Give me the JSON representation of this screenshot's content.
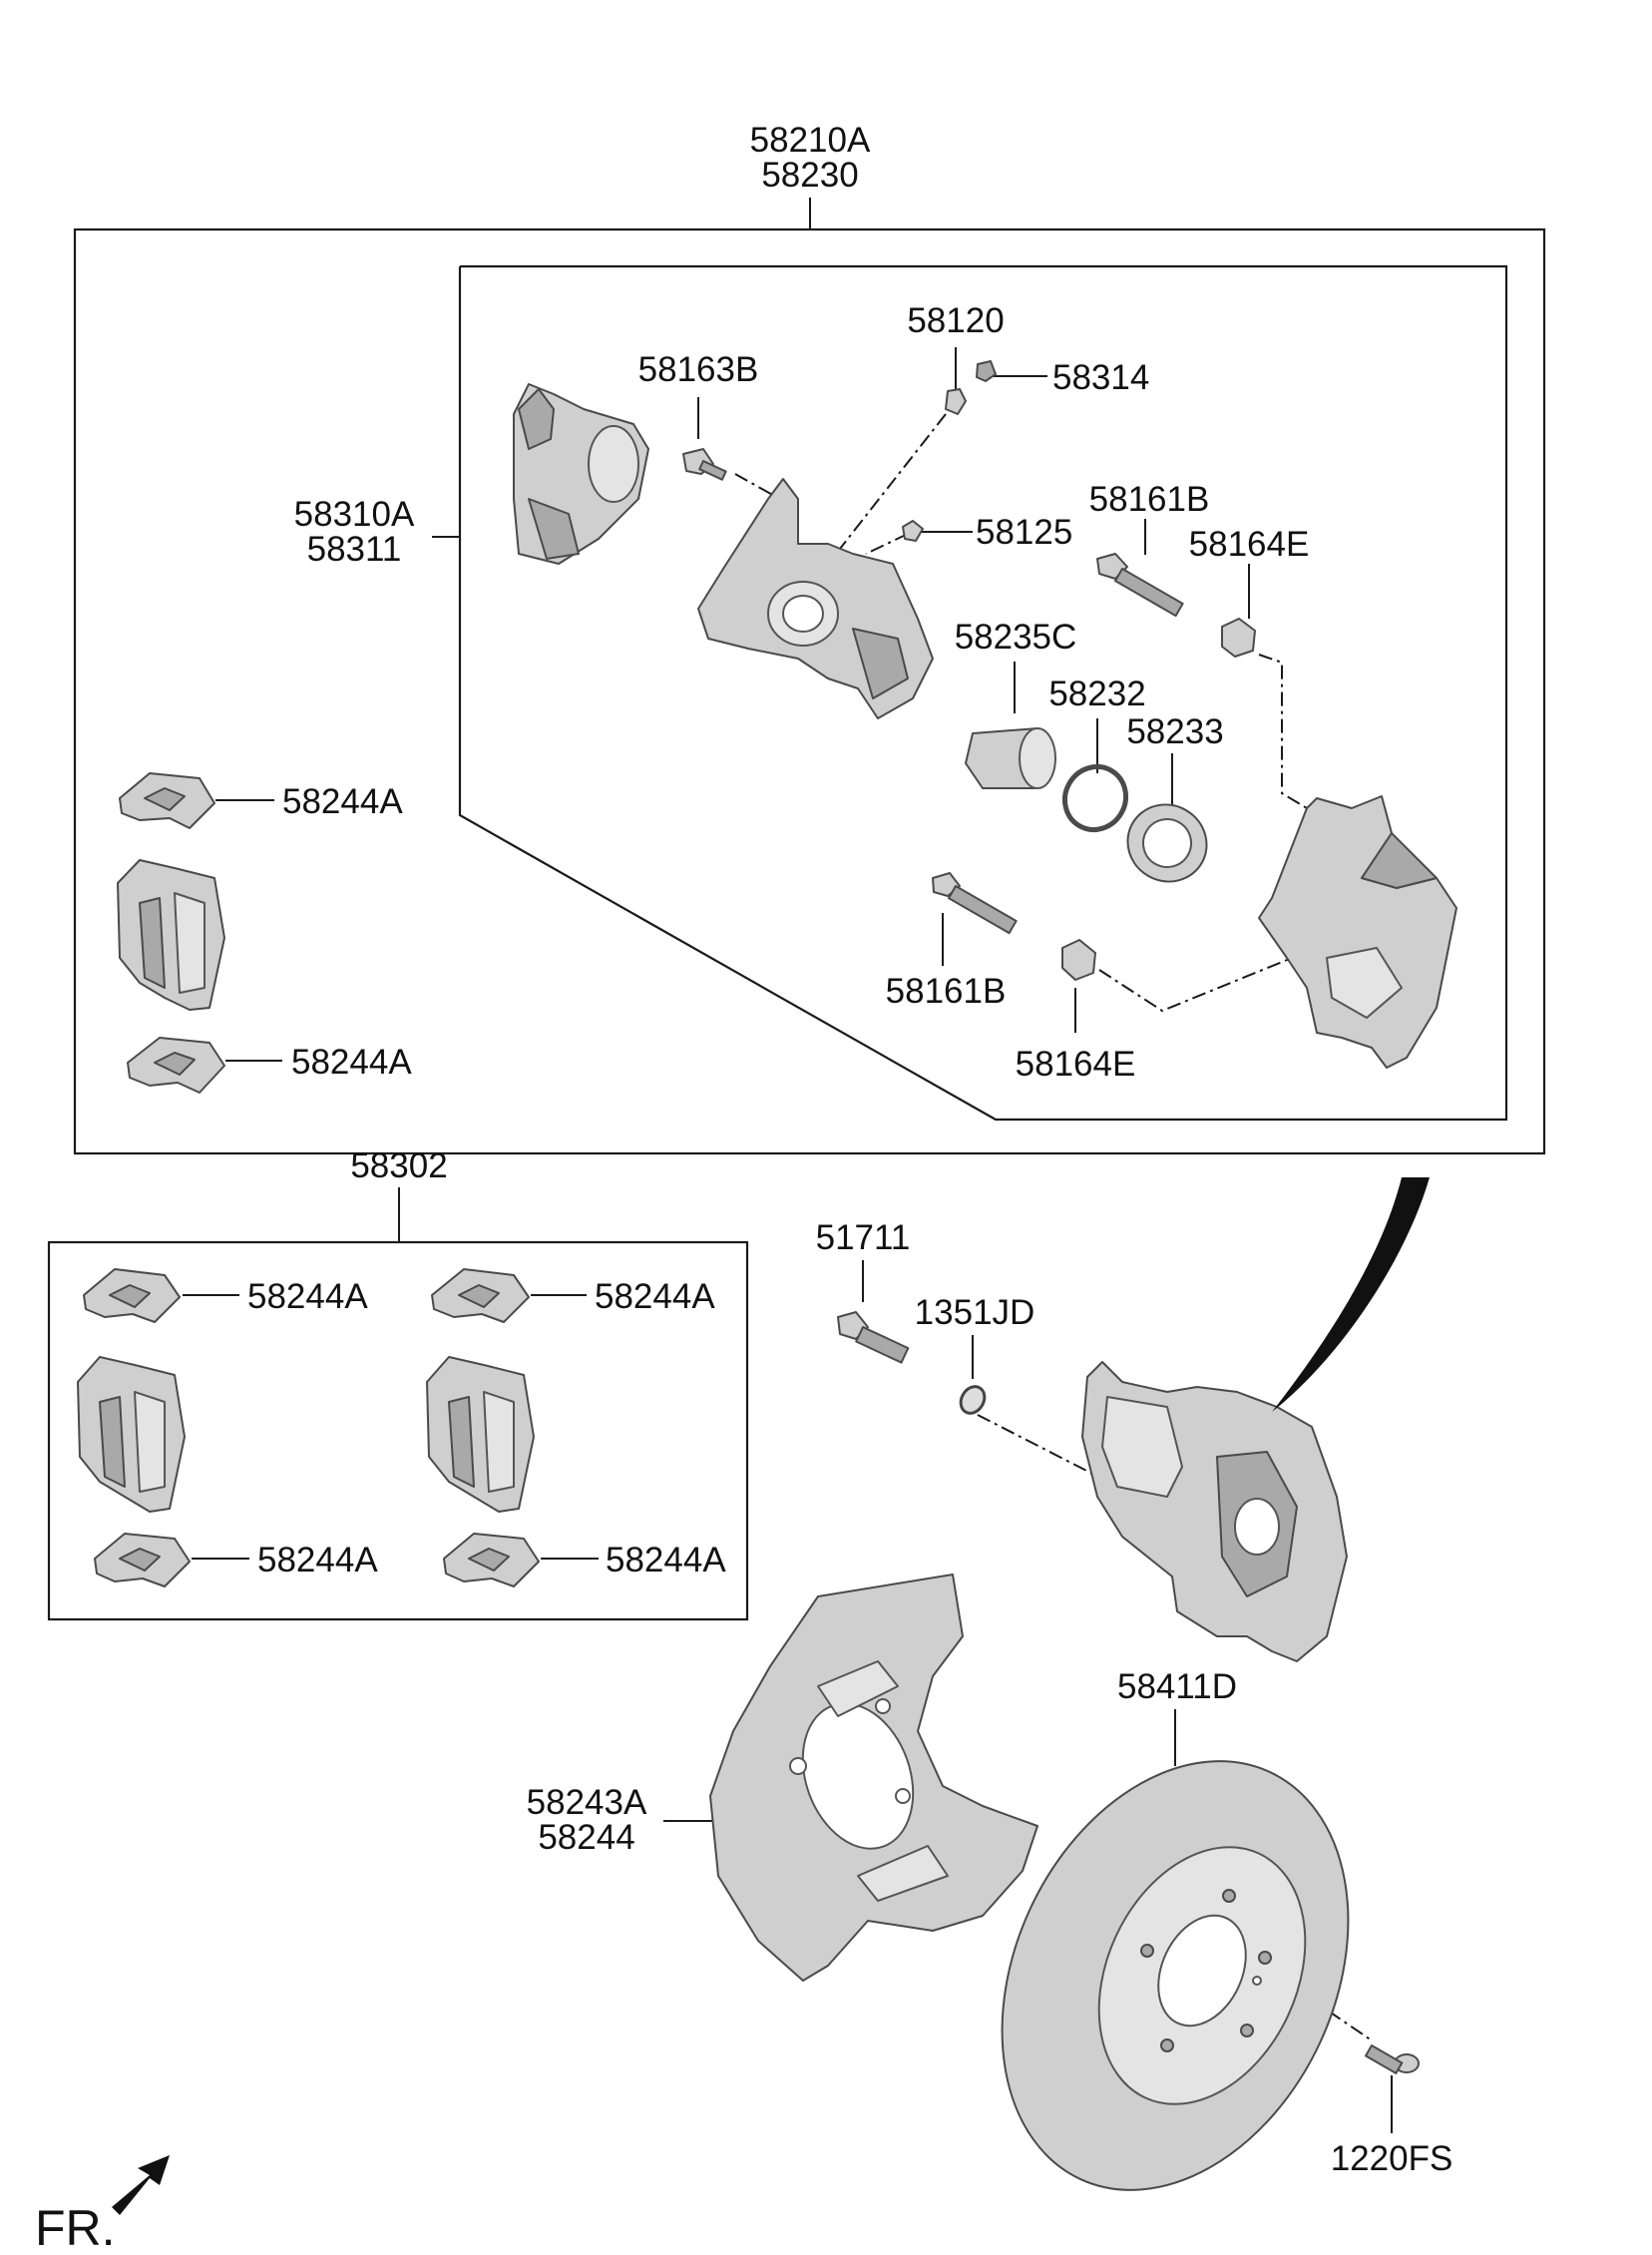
{
  "labels": {
    "assembly_a": "58210A",
    "assembly_b": "58230",
    "caliper_a": "58310A",
    "caliper_b": "58311",
    "bolt_58163b": "58163B",
    "bleeder": "58120",
    "bleeder_cap": "58314",
    "bolt_58125": "58125",
    "guide_pin_upper": "58161B",
    "boot_upper": "58164E",
    "piston": "58235C",
    "seal": "58232",
    "piston_boot": "58233",
    "guide_pin_lower": "58161B",
    "boot_lower": "58164E",
    "clip_top": "58244A",
    "clip_bottom": "58244A",
    "pad_kit": "58302",
    "kit_clip_tl": "58244A",
    "kit_clip_tr": "58244A",
    "kit_clip_bl": "58244A",
    "kit_clip_br": "58244A",
    "mount_bolt": "51711",
    "washer": "1351JD",
    "disc": "58411D",
    "shield_a": "58243A",
    "shield_b": "58244",
    "screw": "1220FS",
    "front": "FR."
  }
}
